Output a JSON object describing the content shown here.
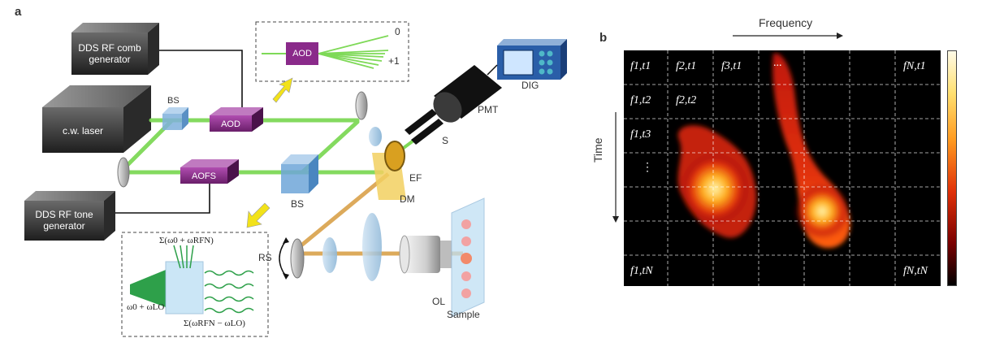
{
  "panel_a": {
    "label": "a",
    "dds_comb": [
      "DDS RF comb",
      "generator"
    ],
    "dds_tone": [
      "DDS RF tone",
      "generator"
    ],
    "cw_laser": "c.w. laser",
    "bs_top": "BS",
    "bs_bottom": "BS",
    "aod": "AOD",
    "aod_inset": "AOD",
    "order_0": "0",
    "order_1": "+1",
    "aofs": "AOFS",
    "pmt": "PMT",
    "dig": "DIG",
    "s": "S",
    "ef": "EF",
    "dm": "DM",
    "rs": "RS",
    "ol": "OL",
    "sample": "Sample",
    "eq_sum_top": "Σ(ω0 + ωRFN)",
    "eq_lo": "ω0 + ωLO",
    "eq_sum_bottom": "Σ(ωRFN − ωLO)"
  },
  "panel_b": {
    "label": "b",
    "frequency": "Frequency",
    "time": "Time",
    "cells": {
      "r1c1": "f1,t1",
      "r1c2": "f2,t1",
      "r1c3": "f3,t1",
      "r1c4": "...",
      "r1cN": "fN,t1",
      "r2c1": "f1,t2",
      "r2c2": "f2,t2",
      "r3c1": "f1,t3",
      "r4c1": "⋮",
      "rNc1": "f1,tN",
      "rNcN": "fN,tN"
    }
  },
  "colors": {
    "beam": "#7ed957",
    "aod_box": "#8a2a8a",
    "arrow": "#f2e21a",
    "image_bg": "#000000",
    "hot_low": "#8a0000",
    "hot_high": "#fff6b0"
  }
}
